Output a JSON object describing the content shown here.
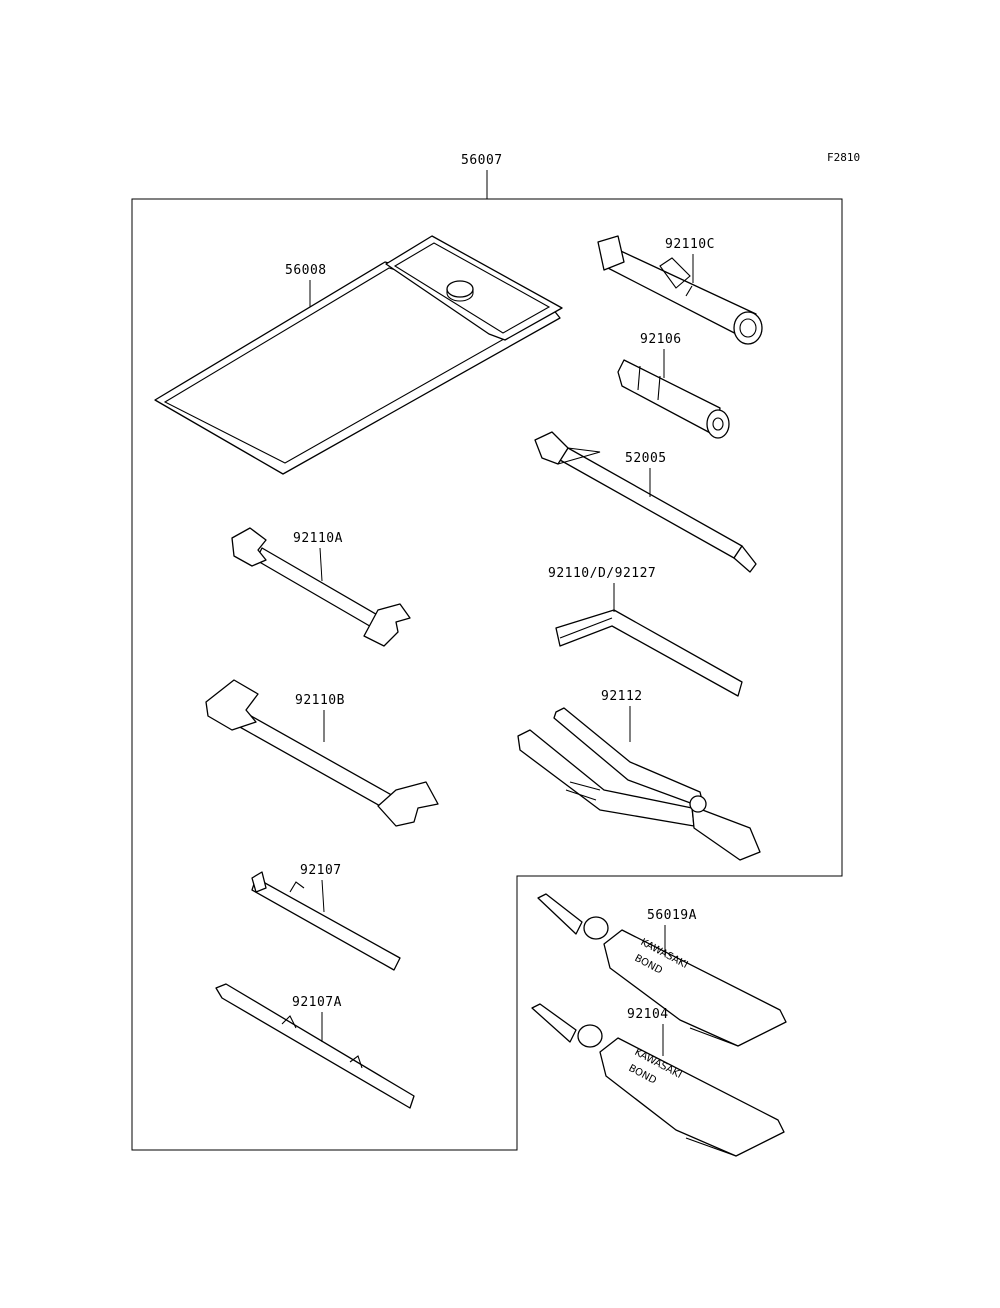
{
  "figure_code": "F2810",
  "kit_part": "56007",
  "parts": {
    "bag": "56008",
    "socket_wrench": "92110C",
    "extension": "92106",
    "screwdriver_shaft": "52005",
    "wrench_a": "92110A",
    "hex_key": "92110/D/92127",
    "wrench_b": "92110B",
    "pliers": "92112",
    "driver_bit": "92107",
    "driver_bit_a": "92107A",
    "bond_a": "56019A",
    "bond_b": "92104"
  },
  "tube_print": {
    "line1": "KAWASAKI",
    "line2": "BOND"
  }
}
